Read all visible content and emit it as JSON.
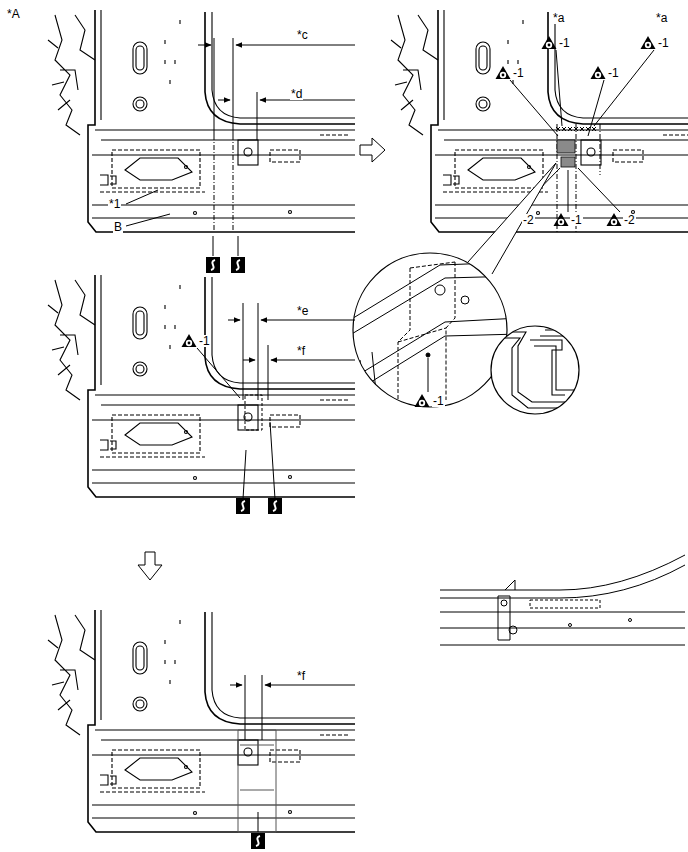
{
  "diagram": {
    "labels": [
      "*A",
      "*c",
      "*d",
      "*1",
      "B",
      "*a",
      "*a",
      "-1",
      "-1",
      "-1",
      "-1",
      "-2",
      "-1",
      "-2",
      "-1",
      "-1",
      "*e",
      "*f",
      "*f"
    ]
  }
}
